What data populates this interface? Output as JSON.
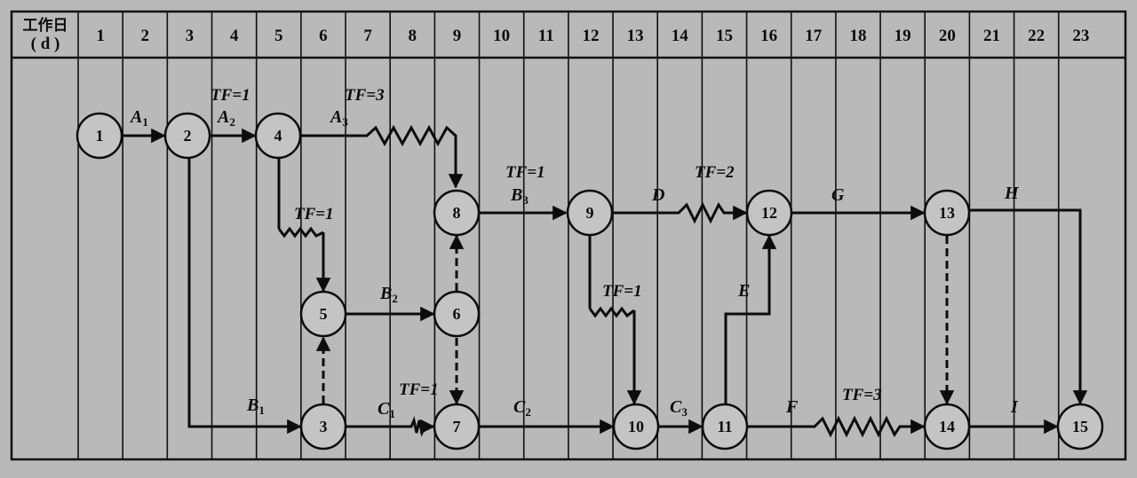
{
  "header": {
    "title_line1": "工作日",
    "title_line2": "( d )",
    "days": [
      "1",
      "2",
      "3",
      "4",
      "5",
      "6",
      "7",
      "8",
      "9",
      "10",
      "11",
      "12",
      "13",
      "14",
      "15",
      "16",
      "17",
      "18",
      "19",
      "20",
      "21",
      "22",
      "23"
    ]
  },
  "nodes": [
    "1",
    "2",
    "3",
    "4",
    "5",
    "6",
    "7",
    "8",
    "9",
    "10",
    "11",
    "12",
    "13",
    "14",
    "15"
  ],
  "activities": {
    "a1": {
      "letter": "A",
      "sub": "1"
    },
    "a2": {
      "letter": "A",
      "sub": "2"
    },
    "a3": {
      "letter": "A",
      "sub": "3"
    },
    "b1": {
      "letter": "B",
      "sub": "1"
    },
    "b2": {
      "letter": "B",
      "sub": "2"
    },
    "b3": {
      "letter": "B",
      "sub": "3"
    },
    "c1": {
      "letter": "C",
      "sub": "1"
    },
    "c2": {
      "letter": "C",
      "sub": "2"
    },
    "c3": {
      "letter": "C",
      "sub": "3"
    },
    "d": "D",
    "e": "E",
    "f": "F",
    "g": "G",
    "h": "H",
    "i": "I"
  },
  "free_float": {
    "a2": "TF=1",
    "a3": "TF=3",
    "dummy_4_5": "TF=1",
    "b3": "TF=1",
    "d": "TF=2",
    "dummy_9_10": "TF=1",
    "c1": "TF=1",
    "f": "TF=3"
  },
  "colors": {
    "background": "#b9b9b9",
    "ink": "#0c0c0c",
    "node_fill": "#c4c4c4"
  }
}
